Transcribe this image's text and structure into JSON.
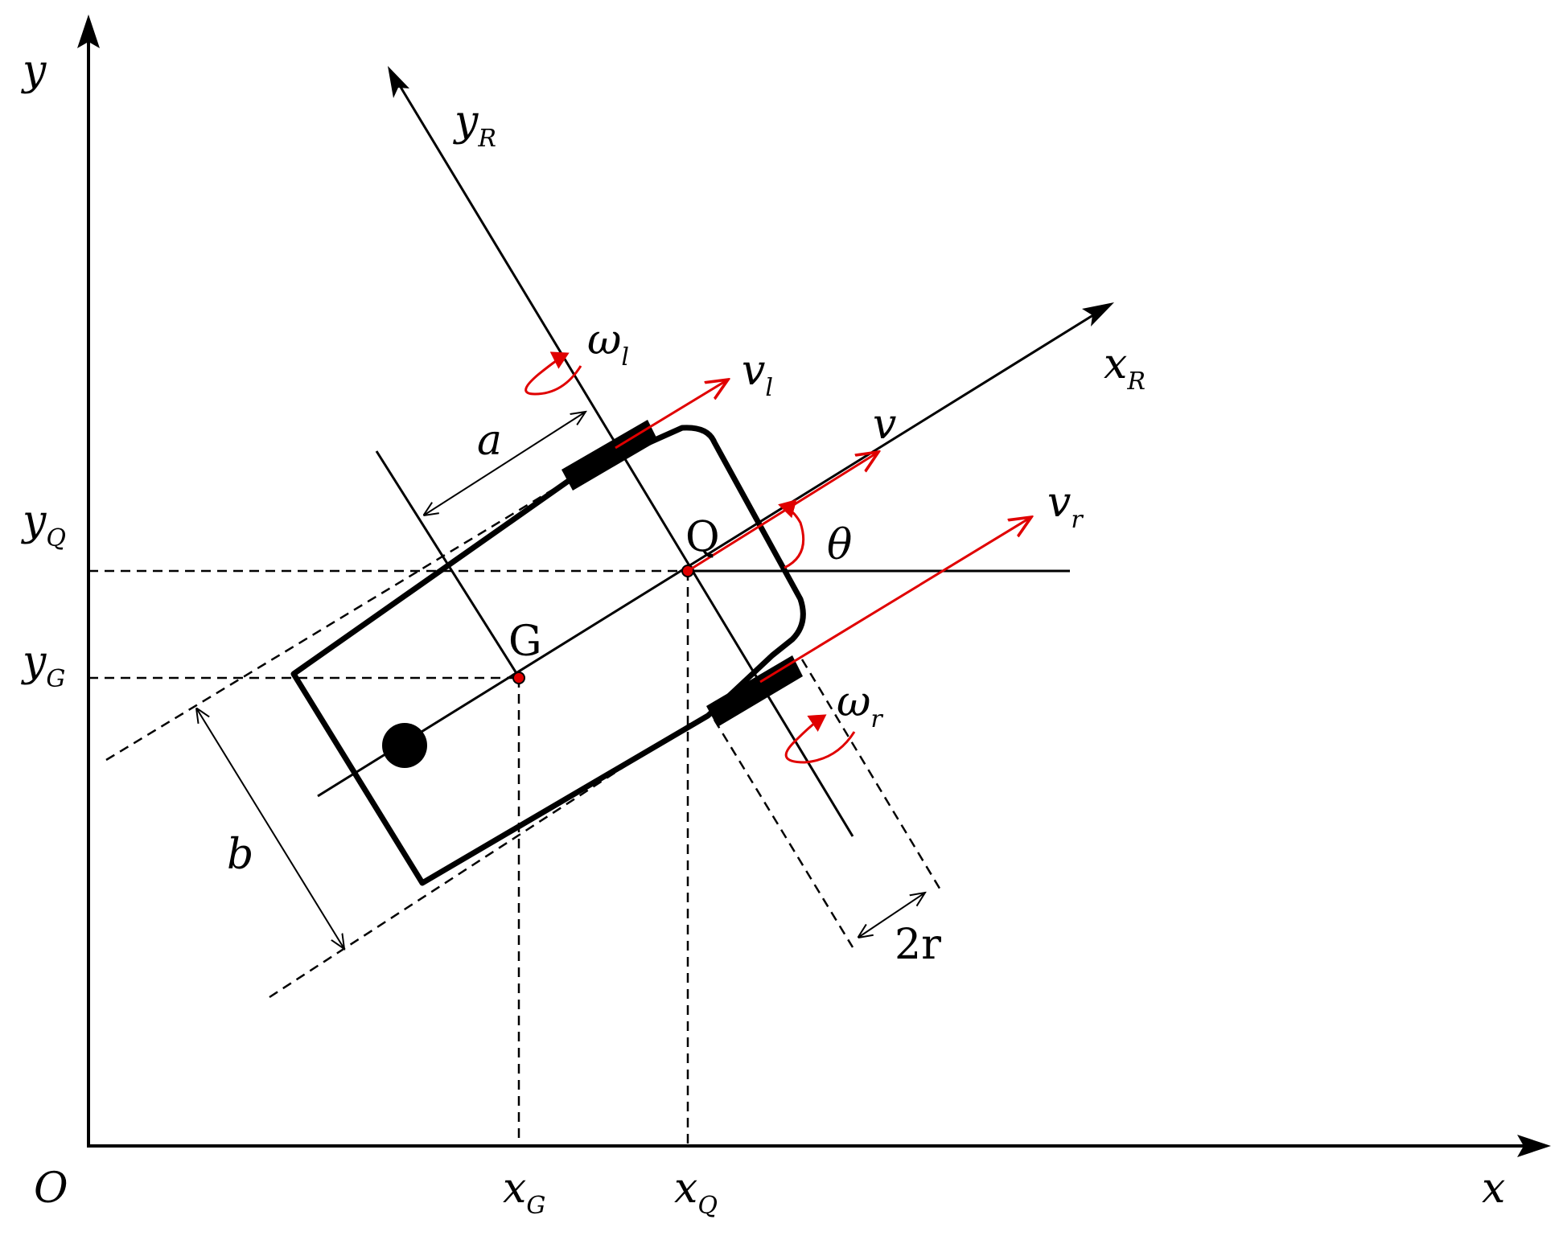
{
  "colors": {
    "ink": "#000000",
    "accent": "#e00000",
    "background": "#ffffff"
  },
  "labels": {
    "origin": "O",
    "x_axis": "x",
    "y_axis": "y",
    "yR": {
      "base": "y",
      "sub": "R"
    },
    "xR": {
      "base": "x",
      "sub": "R"
    },
    "yQ": {
      "base": "y",
      "sub": "Q"
    },
    "yG": {
      "base": "y",
      "sub": "G"
    },
    "xG": {
      "base": "x",
      "sub": "G"
    },
    "xQ": {
      "base": "x",
      "sub": "Q"
    },
    "Q": "Q",
    "G": "G",
    "a": "a",
    "b": "b",
    "two_r": "2r",
    "theta": "θ",
    "v": "v",
    "vl": {
      "base": "v",
      "sub": "l"
    },
    "vr": {
      "base": "v",
      "sub": "r"
    },
    "omega_l": {
      "base": "ω",
      "sub": "l"
    },
    "omega_r": {
      "base": "ω",
      "sub": "r"
    }
  }
}
